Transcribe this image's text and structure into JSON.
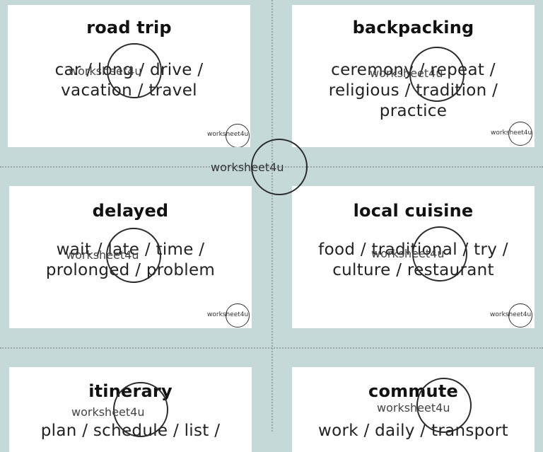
{
  "watermark": "worksheet4u",
  "cards": [
    {
      "title": "road trip",
      "lines": [
        "car / long / drive /",
        "vacation / travel"
      ]
    },
    {
      "title": "backpacking",
      "lines": [
        "ceremony / repeat /",
        "religious / tradition /",
        "practice"
      ]
    },
    {
      "title": "delayed",
      "lines": [
        "wait / late / time /",
        "prolonged / problem"
      ]
    },
    {
      "title": "local cuisine",
      "lines": [
        "food / traditional / try /",
        "culture / restaurant"
      ]
    },
    {
      "title": "itinerary",
      "lines": [
        "plan / schedule / list /"
      ]
    },
    {
      "title": "commute",
      "lines": [
        "work / daily / transport"
      ]
    }
  ]
}
